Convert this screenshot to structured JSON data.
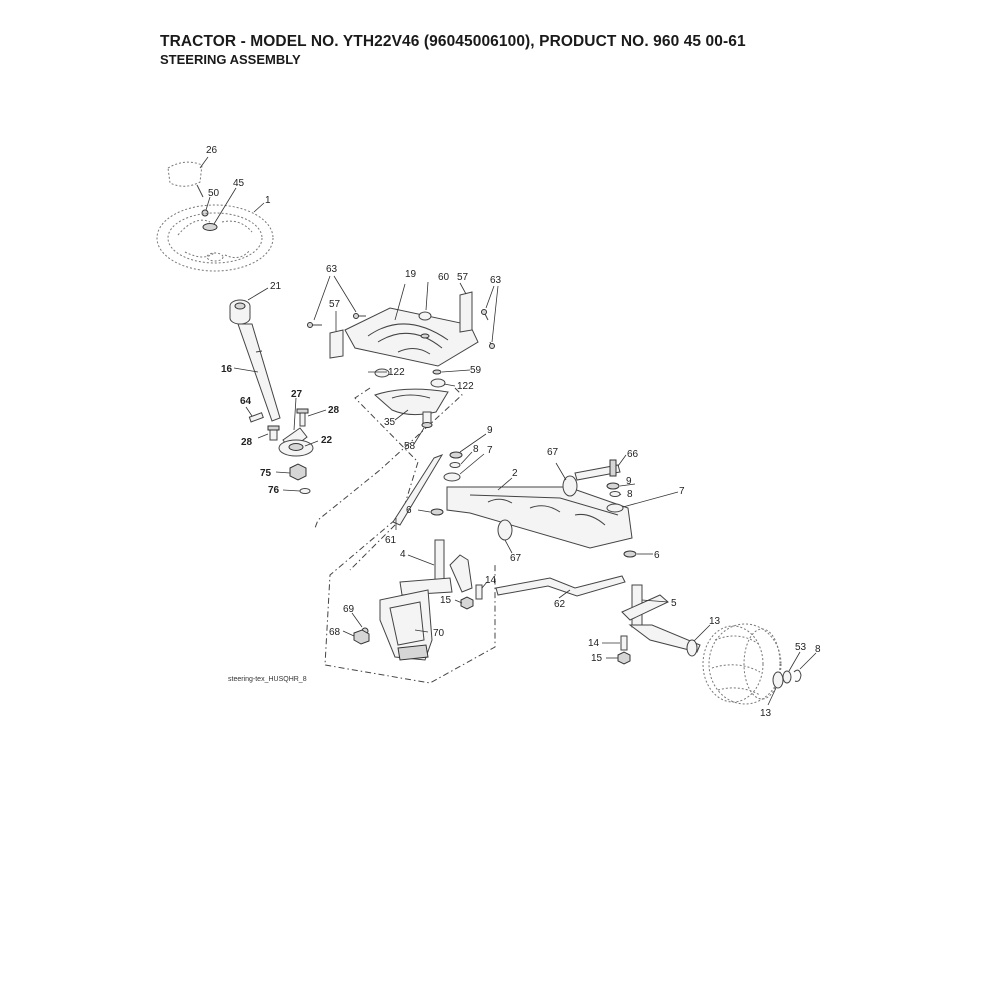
{
  "header": {
    "title": "TRACTOR - MODEL NO. YTH22V46 (96045006100), PRODUCT NO. 960 45 00-61",
    "subtitle": "STEERING ASSEMBLY"
  },
  "diagram": {
    "reference": "steering-tex_HUSQHR_8",
    "callouts": [
      {
        "id": "c26",
        "text": "26",
        "bold": false
      },
      {
        "id": "c50",
        "text": "50",
        "bold": false
      },
      {
        "id": "c45",
        "text": "45",
        "bold": false
      },
      {
        "id": "c1",
        "text": "1",
        "bold": false
      },
      {
        "id": "c21",
        "text": "21",
        "bold": false
      },
      {
        "id": "c16",
        "text": "16",
        "bold": true
      },
      {
        "id": "c64",
        "text": "64",
        "bold": true
      },
      {
        "id": "c27",
        "text": "27",
        "bold": true
      },
      {
        "id": "c28a",
        "text": "28",
        "bold": true
      },
      {
        "id": "c28b",
        "text": "28",
        "bold": true
      },
      {
        "id": "c22",
        "text": "22",
        "bold": true
      },
      {
        "id": "c75",
        "text": "75",
        "bold": true
      },
      {
        "id": "c76",
        "text": "76",
        "bold": true
      },
      {
        "id": "c63a",
        "text": "63",
        "bold": false
      },
      {
        "id": "c57a",
        "text": "57",
        "bold": false
      },
      {
        "id": "c19",
        "text": "19",
        "bold": false
      },
      {
        "id": "c60",
        "text": "60",
        "bold": false
      },
      {
        "id": "c57b",
        "text": "57",
        "bold": false
      },
      {
        "id": "c63b",
        "text": "63",
        "bold": false
      },
      {
        "id": "c122a",
        "text": "122",
        "bold": false
      },
      {
        "id": "c59",
        "text": "59",
        "bold": false
      },
      {
        "id": "c122b",
        "text": "122",
        "bold": false
      },
      {
        "id": "c35",
        "text": "35",
        "bold": false
      },
      {
        "id": "c58",
        "text": "58",
        "bold": false
      },
      {
        "id": "c9a",
        "text": "9",
        "bold": false
      },
      {
        "id": "c8a",
        "text": "8",
        "bold": false
      },
      {
        "id": "c7a",
        "text": "7",
        "bold": false
      },
      {
        "id": "c2",
        "text": "2",
        "bold": false
      },
      {
        "id": "c67a",
        "text": "67",
        "bold": false
      },
      {
        "id": "c66",
        "text": "66",
        "bold": false
      },
      {
        "id": "c9b",
        "text": "9",
        "bold": false
      },
      {
        "id": "c8b",
        "text": "8",
        "bold": false
      },
      {
        "id": "c7b",
        "text": "7",
        "bold": false
      },
      {
        "id": "c6a",
        "text": "6",
        "bold": false
      },
      {
        "id": "c61",
        "text": "61",
        "bold": false
      },
      {
        "id": "c67b",
        "text": "67",
        "bold": false
      },
      {
        "id": "c6b",
        "text": "6",
        "bold": false
      },
      {
        "id": "c4",
        "text": "4",
        "bold": false
      },
      {
        "id": "c14a",
        "text": "14",
        "bold": false
      },
      {
        "id": "c15a",
        "text": "15",
        "bold": false
      },
      {
        "id": "c62",
        "text": "62",
        "bold": false
      },
      {
        "id": "c5",
        "text": "5",
        "bold": false
      },
      {
        "id": "c69",
        "text": "69",
        "bold": false
      },
      {
        "id": "c68",
        "text": "68",
        "bold": false
      },
      {
        "id": "c70",
        "text": "70",
        "bold": false
      },
      {
        "id": "c13a",
        "text": "13",
        "bold": false
      },
      {
        "id": "c14b",
        "text": "14",
        "bold": false
      },
      {
        "id": "c15b",
        "text": "15",
        "bold": false
      },
      {
        "id": "c53",
        "text": "53",
        "bold": false
      },
      {
        "id": "c8c",
        "text": "8",
        "bold": false
      },
      {
        "id": "c13b",
        "text": "13",
        "bold": false
      }
    ]
  }
}
